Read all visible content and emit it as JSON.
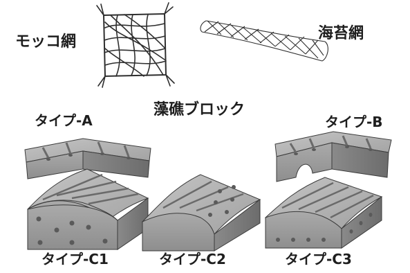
{
  "labels": {
    "mokko_net": "モッコ網",
    "nori_net": "海苔網",
    "title": "藻礁ブロック",
    "type_a": "タイプ-A",
    "type_b": "タイプ-B",
    "type_c1": "タイプ-C1",
    "type_c2": "タイプ-C2",
    "type_c3": "タイプ-C3"
  },
  "colors": {
    "top_face": "#b3b3b3",
    "front_face": "#9f9f9f",
    "side_face": "#7e7e7e",
    "groove": "#6a6a6a",
    "hole": "#5a5a5a",
    "outline": "#3a3a3a",
    "net_line": "#2e2e2e"
  }
}
